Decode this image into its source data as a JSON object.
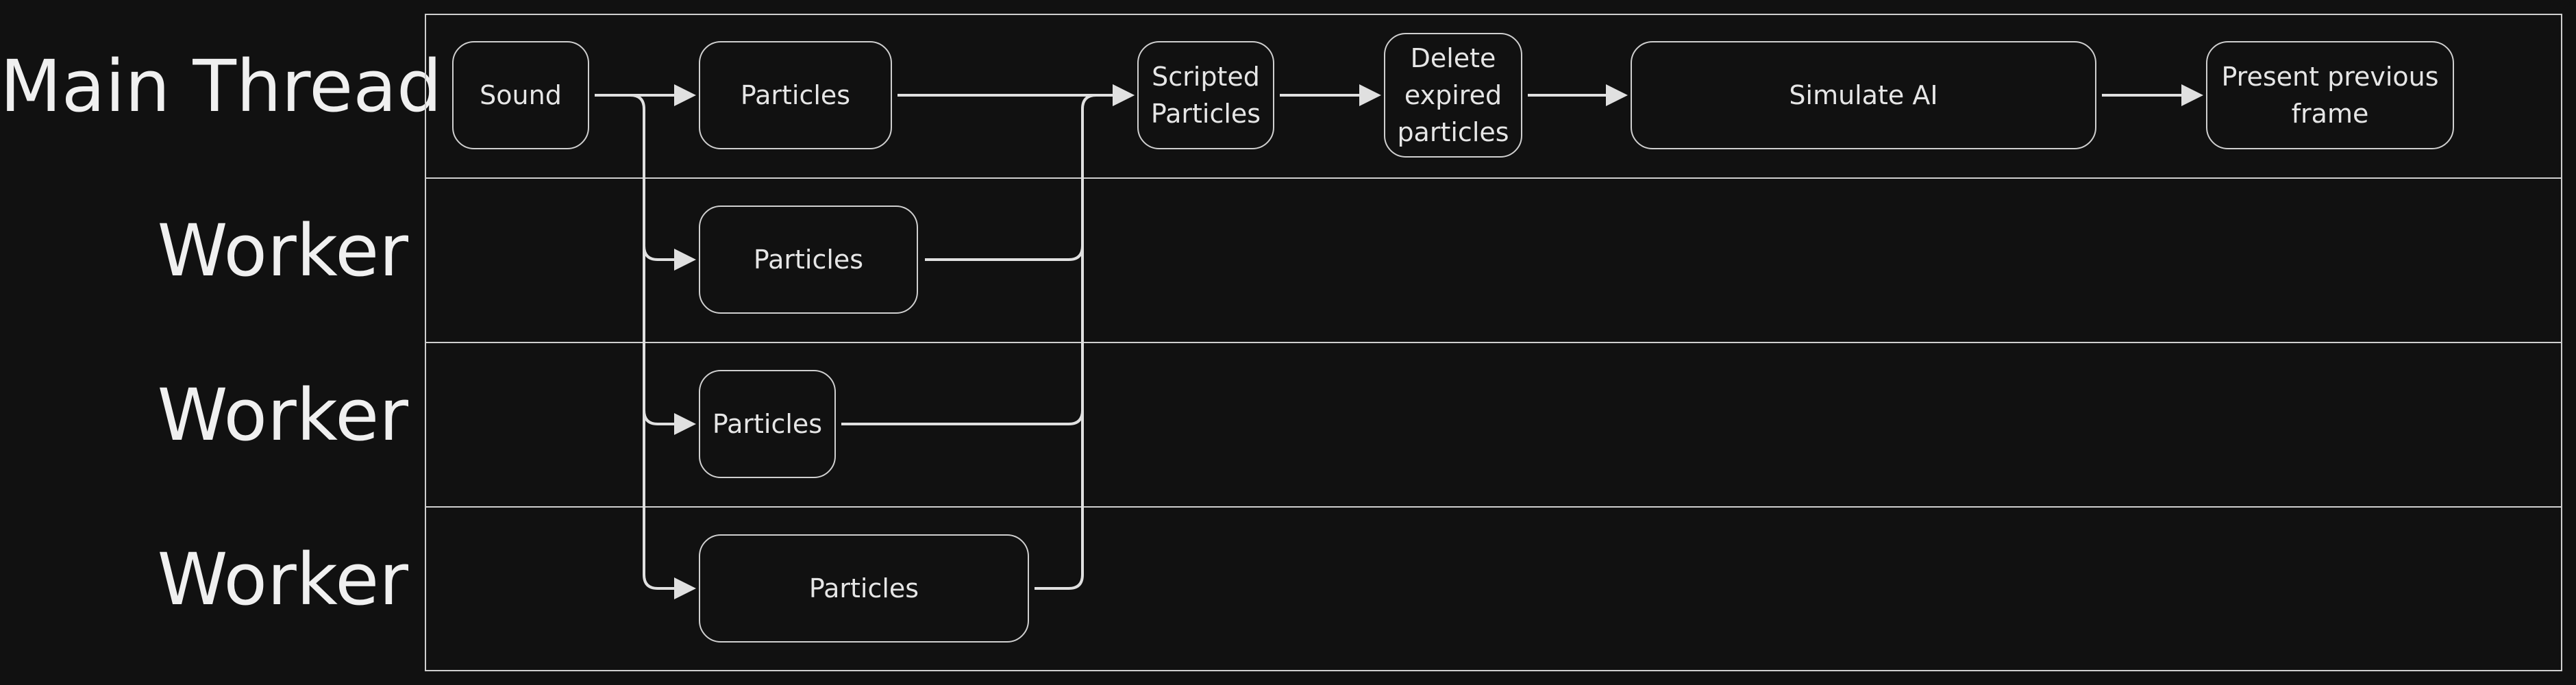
{
  "lanes": [
    {
      "label": "Main Thread"
    },
    {
      "label": "Worker"
    },
    {
      "label": "Worker"
    },
    {
      "label": "Worker"
    }
  ],
  "nodes": {
    "sound": "Sound",
    "particles_main": "Particles",
    "scripted_particles": "Scripted\nParticles",
    "delete_expired": "Delete\nexpired\nparticles",
    "simulate_ai": "Simulate AI",
    "present_frame": "Present previous\nframe",
    "particles_worker_1": "Particles",
    "particles_worker_2": "Particles",
    "particles_worker_3": "Particles"
  },
  "colors": {
    "background": "#111111",
    "stroke": "#cfcfcf",
    "text": "#e6e6e6"
  }
}
